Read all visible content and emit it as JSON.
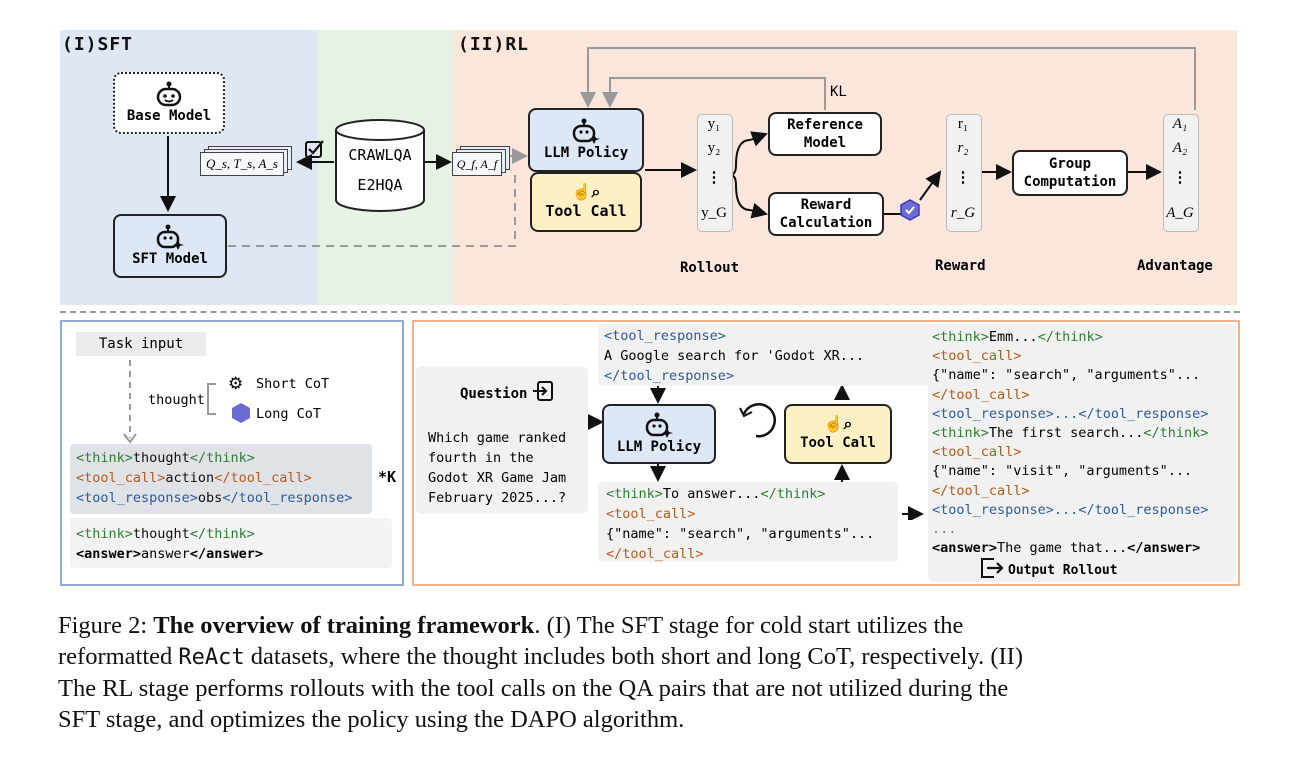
{
  "sft": {
    "title": "(I)SFT",
    "base_model": "Base Model",
    "sft_model": "SFT Model",
    "data_left": "Q_s, T_s, A_s",
    "db_line1": "CRAWLQA",
    "db_line2": "E2HQA",
    "data_right": "Q_f, A_f"
  },
  "rl": {
    "title": "(II)RL",
    "llm_policy": "LLM Policy",
    "tool_call": "Tool Call",
    "kl": "KL",
    "y1": "y₁",
    "y2": "y₂",
    "ydots": "⋮",
    "yG": "y_G",
    "reference_model_1": "Reference",
    "reference_model_2": "Model",
    "reward_calc_1": "Reward",
    "reward_calc_2": "Calculation",
    "r1": "r₁",
    "r2": "r₂",
    "rdots": "⋮",
    "rG": "r_G",
    "group_comp_1": "Group",
    "group_comp_2": "Computation",
    "a1": "A₁",
    "a2": "A₂",
    "adots": "⋮",
    "aG": "A_G",
    "label_rollout": "Rollout",
    "label_reward": "Reward",
    "label_advantage": "Advantage"
  },
  "bottom_left": {
    "task_input": "Task input",
    "thought": "thought",
    "short_cot": "Short CoT",
    "long_cot": "Long CoT",
    "times_k": "*K",
    "think_open": "<think>",
    "think_close": "</think>",
    "thought_text": "thought",
    "tool_call_open": "<tool_call>",
    "tool_call_close": "</tool_call>",
    "action_text": "action",
    "tool_response_open": "<tool_response>",
    "tool_response_close": "</tool_response>",
    "obs_text": "obs",
    "answer_open": "<answer>",
    "answer_close": "</answer>",
    "answer_text": "answer"
  },
  "bottom_right": {
    "question_label": "Question",
    "question_text_1": "Which game ranked",
    "question_text_2": "fourth in the",
    "question_text_3": "Godot XR Game Jam",
    "question_text_4": "February 2025...?",
    "tr_open": "<tool_response>",
    "tr_text": "A Google search for 'Godot XR...",
    "tr_close": "</tool_response>",
    "llm_policy": "LLM Policy",
    "tool_call": "Tool Call",
    "mid_think_open": "<think>",
    "mid_think_text": "To answer...",
    "mid_think_close": "</think>",
    "mid_tc_open": "<tool_call>",
    "mid_tc_text": "{\"name\": \"search\", \"arguments\"...",
    "mid_tc_close": "</tool_call>",
    "r_think1_text": "Emm...",
    "r_tc1": "{\"name\": \"search\", \"arguments\"...",
    "r_tr1_mid": "...",
    "r_think2_text": "The first search...",
    "r_tc2": "{\"name\": \"visit\", \"arguments\"...",
    "r_tr2_mid": "...",
    "r_dots": "...",
    "r_answer_text": "The game that...",
    "output_rollout": "Output Rollout"
  },
  "caption": {
    "prefix": "Figure 2:",
    "bold": "The overview of training framework",
    "line1_rest": ". (I) The SFT stage for cold start utilizes the",
    "line2_a": "reformatted",
    "line2_code": "ReAct",
    "line2_b": "datasets, where the thought includes both short and long CoT, respectively. (II)",
    "line3": "The RL stage performs rollouts with the tool calls on the QA pairs that are not utilized during the",
    "line4": "SFT stage, and optimizes the policy using the DAPO algorithm."
  },
  "colors": {
    "sft_bg": "#dfe7f4",
    "data_bg": "#e6f2e3",
    "rl_bg": "#fbe6dc",
    "policy_box": "#dce8f5",
    "tool_box": "#fdf0c4",
    "think": "#2e7d32",
    "tool_call": "#b85a1c",
    "tool_response": "#2c5a9c"
  }
}
